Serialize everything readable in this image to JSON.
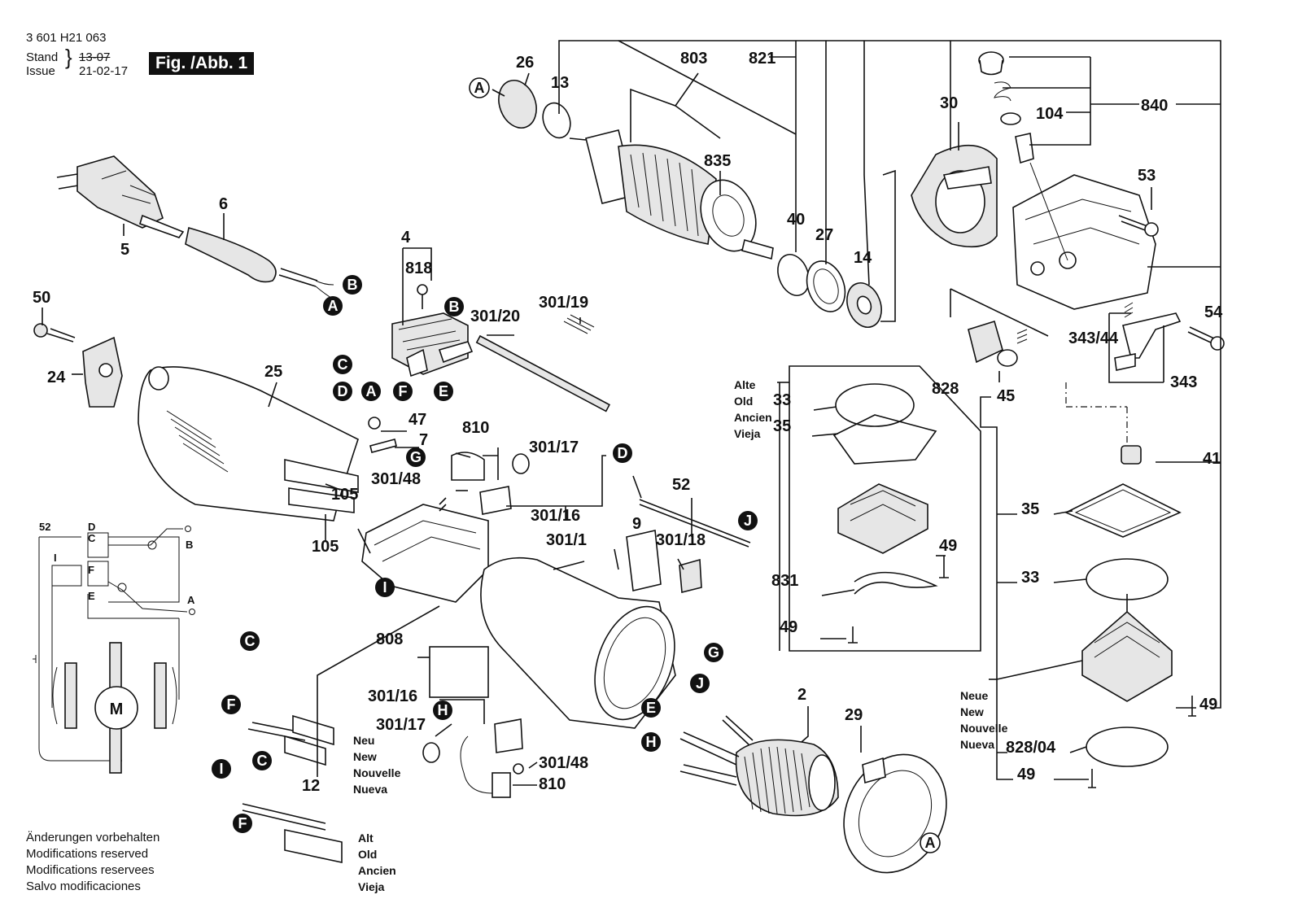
{
  "header": {
    "doc_number": "3 601 H21 063",
    "stand_label": "Stand",
    "issue_label": "Issue",
    "stand_value": "13-07",
    "issue_value": "21-02-17",
    "figure_label": "Fig. /Abb. 1"
  },
  "notes": [
    "Änderungen vorbehalten",
    "Modifications reserved",
    "Modifications reservees",
    "Salvo modificaciones"
  ],
  "version_new": [
    "Neu",
    "New",
    "Nouvelle",
    "Nueva"
  ],
  "version_old": [
    "Alt",
    "Old",
    "Ancien",
    "Vieja"
  ],
  "version_new_gear": [
    "Neue",
    "New",
    "Nouvelle",
    "Nueva"
  ],
  "version_old_gear": [
    "Alte",
    "Old",
    "Ancien",
    "Vieja"
  ],
  "parts": {
    "p5": "5",
    "p6": "6",
    "p4": "4",
    "p818": "818",
    "p50": "50",
    "p24": "24",
    "p25": "25",
    "p26": "26",
    "p13": "13",
    "p803": "803",
    "p821": "821",
    "p835": "835",
    "p30": "30",
    "p40": "40",
    "p27": "27",
    "p14": "14",
    "p104": "104",
    "p840": "840",
    "p53": "53",
    "p54": "54",
    "p343_44": "343/44",
    "p343": "343",
    "p828": "828",
    "p45": "45",
    "p301_20": "301/20",
    "p301_19": "301/19",
    "p47": "47",
    "p7": "7",
    "p810": "810",
    "p301_17": "301/17",
    "p301_48": "301/48",
    "p301_16": "301/16",
    "p105a": "105",
    "p105b": "105",
    "p52": "52",
    "p9": "9",
    "p301_1": "301/1",
    "p301_18": "301/18",
    "p808": "808",
    "p12": "12",
    "p2": "2",
    "p29": "29",
    "p33a": "33",
    "p35a": "35",
    "p49a": "49",
    "p831": "831",
    "p49b": "49",
    "p41": "41",
    "p35b": "35",
    "p33b": "33",
    "p49c": "49",
    "p828_04": "828/04",
    "p49d": "49",
    "p301_16b": "301/16",
    "p301_17b": "301/17",
    "p301_48b": "301/48",
    "p810b": "810"
  },
  "refs": {
    "A": "A",
    "B": "B",
    "C": "C",
    "D": "D",
    "E": "E",
    "F": "F",
    "G": "G",
    "H": "H",
    "I": "I",
    "J": "J"
  },
  "wiring": {
    "label_52": "52",
    "label_D": "D",
    "label_C": "C",
    "label_I": "I",
    "label_F": "F",
    "label_E": "E",
    "label_B": "B",
    "label_A": "A",
    "motor_label": "M"
  }
}
